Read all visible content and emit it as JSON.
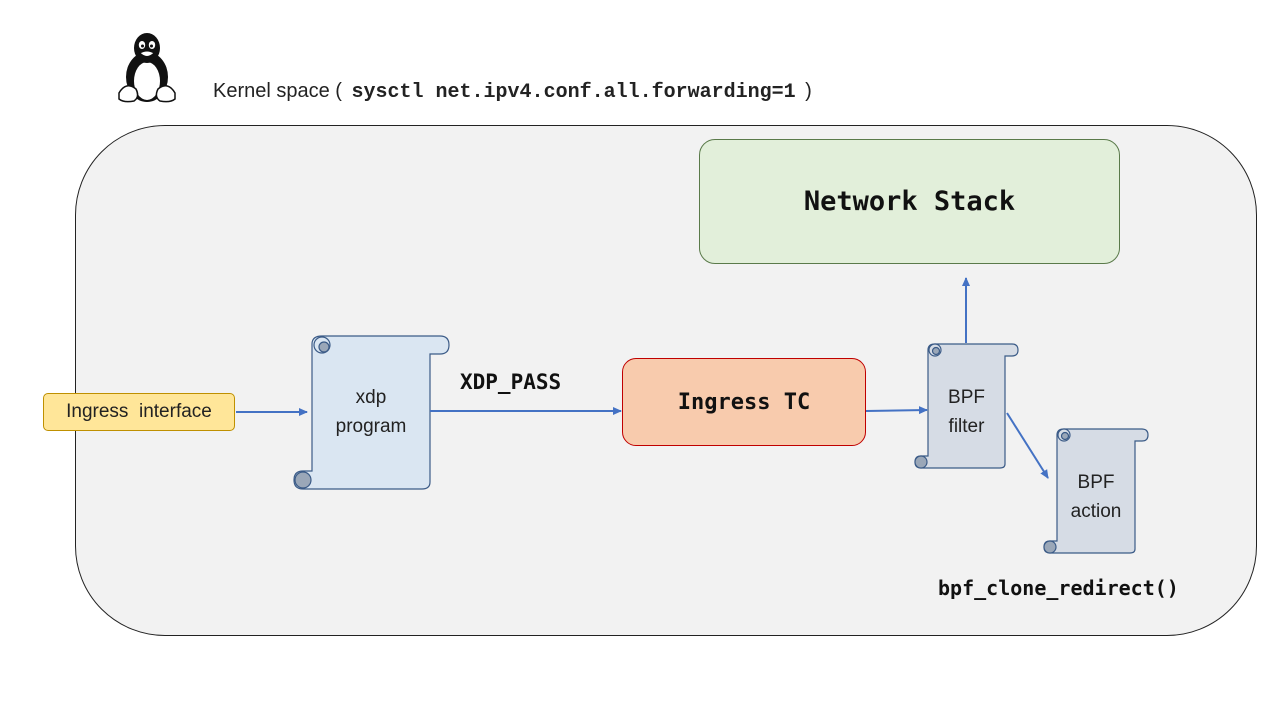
{
  "header": {
    "title_prefix": "Kernel space (",
    "command": "sysctl net.ipv4.conf.all.forwarding=1",
    "title_suffix": ")",
    "logo_icon": "linux-tux-icon"
  },
  "nodes": {
    "network_stack": "Network Stack",
    "ingress_interface": "Ingress  interface",
    "xdp_program": {
      "line1": "xdp",
      "line2": "program"
    },
    "ingress_tc": "Ingress TC",
    "bpf_filter": {
      "line1": "BPF",
      "line2": "filter"
    },
    "bpf_action": {
      "line1": "BPF",
      "line2": "action"
    }
  },
  "labels": {
    "xdp_pass": "XDP_PASS",
    "clone_redirect": "bpf_clone_redirect()"
  },
  "colors": {
    "arrow": "#4472c4",
    "scroll_fill": "#dae6f2",
    "network_stack_fill": "#e2efda",
    "ingress_tc_fill": "#f8cbad",
    "ingress_interface_fill": "#ffe699",
    "kernel_box_fill": "#f2f2f2"
  }
}
